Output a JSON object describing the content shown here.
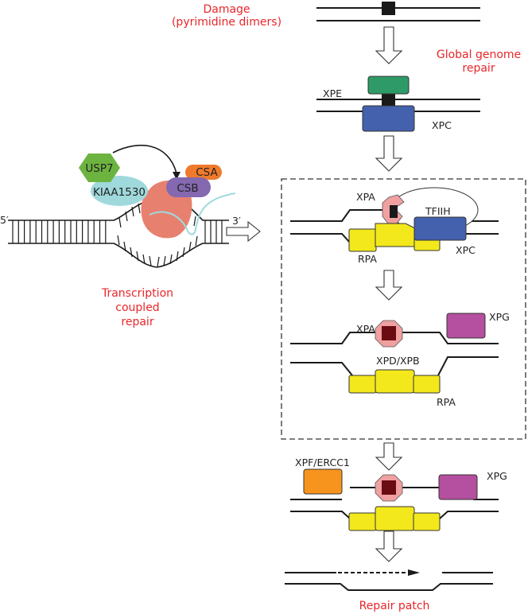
{
  "figure": {
    "colors": {
      "label_red": "#e8262a",
      "dna": "#1a1a1a",
      "damage": "#1a1a1a",
      "xpe": "#2e9a68",
      "xpc": "#4461ae",
      "rpa": "#f2e81c",
      "xpa_octagon": "#f0a0a0",
      "xpa_core": "#6b0c12",
      "xpg": "#b54f9f",
      "xpf_ercc1": "#f7941d",
      "usp7": "#6cb33f",
      "kiaa1530": "#9fd9dc",
      "rna_pol": "#e8806f",
      "csb": "#8468b0",
      "csa": "#f07a2c",
      "rna": "#9fd9dc"
    }
  },
  "labels": {
    "damage": [
      "Damage",
      "(pyrimidine dimers)"
    ],
    "global_genome_repair": [
      "Global genome",
      "repair"
    ],
    "transcription_coupled_repair": [
      "Transcription",
      "coupled",
      "repair"
    ],
    "repair_patch": "Repair patch",
    "five_prime": "5′",
    "three_prime": "3′"
  },
  "proteins": {
    "xpe": "XPE",
    "xpc": "XPC",
    "xpa": "XPA",
    "tfiih": "TFIIH",
    "rpa": "RPA",
    "xpg": "XPG",
    "xpd_xpb": "XPD/XPB",
    "xpf_ercc1": "XPF/ERCC1",
    "usp7": "USP7",
    "kiaa1530": "KIAA1530",
    "csa": "CSA",
    "csb": "CSB"
  }
}
